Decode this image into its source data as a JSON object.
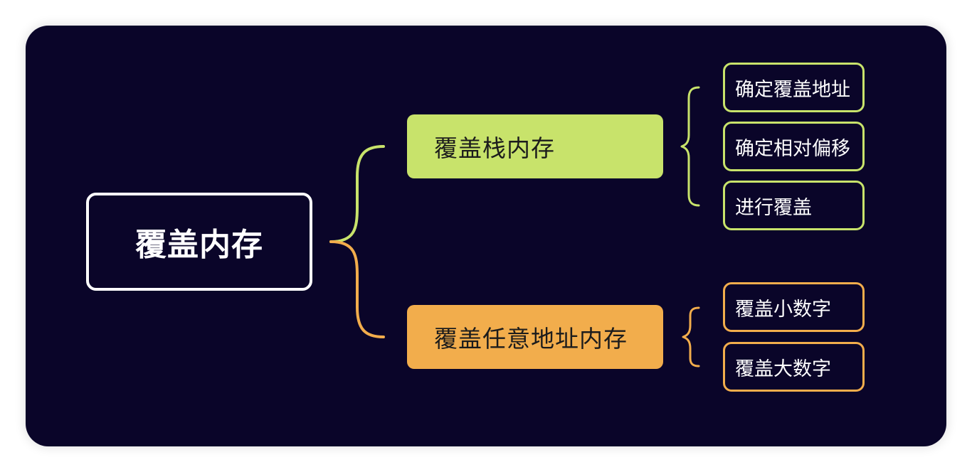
{
  "colors": {
    "canvas": "#0a0529",
    "root_border": "#ffffff",
    "stack_accent": "#c8e36b",
    "any_accent": "#f2ad4c"
  },
  "mindmap": {
    "root": {
      "label": "覆盖内存"
    },
    "branches": [
      {
        "label": "覆盖栈内存",
        "color": "#c8e36b",
        "children": [
          {
            "label": "确定覆盖地址"
          },
          {
            "label": "确定相对偏移"
          },
          {
            "label": "进行覆盖"
          }
        ]
      },
      {
        "label": "覆盖任意地址内存",
        "color": "#f2ad4c",
        "children": [
          {
            "label": "覆盖小数字"
          },
          {
            "label": "覆盖大数字"
          }
        ]
      }
    ]
  }
}
